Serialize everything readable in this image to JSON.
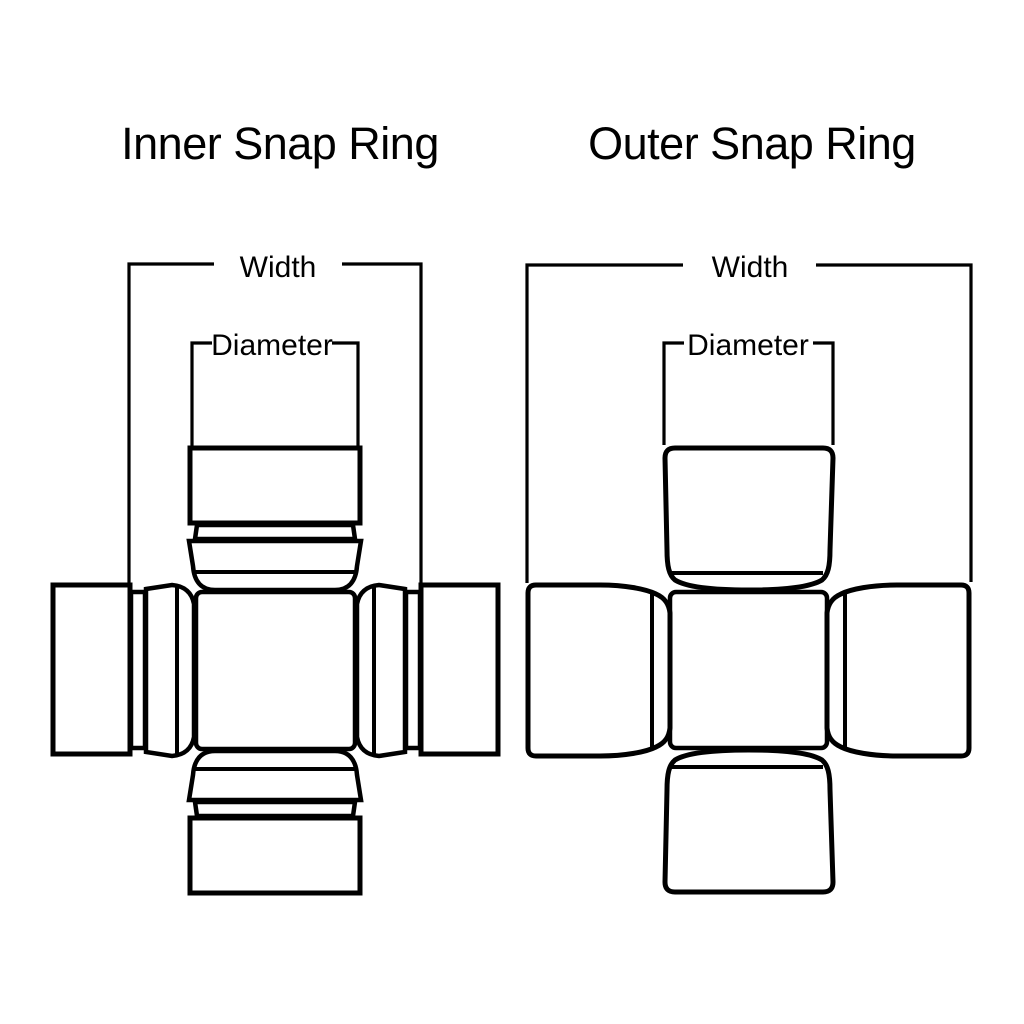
{
  "canvas": {
    "background": "#FFFFFF",
    "ink": "#000000"
  },
  "figures": {
    "inner": {
      "title": "Inner Snap Ring",
      "width_label": "Width",
      "diameter_label": "Diameter"
    },
    "outer": {
      "title": "Outer Snap Ring",
      "width_label": "Width",
      "diameter_label": "Diameter"
    }
  }
}
